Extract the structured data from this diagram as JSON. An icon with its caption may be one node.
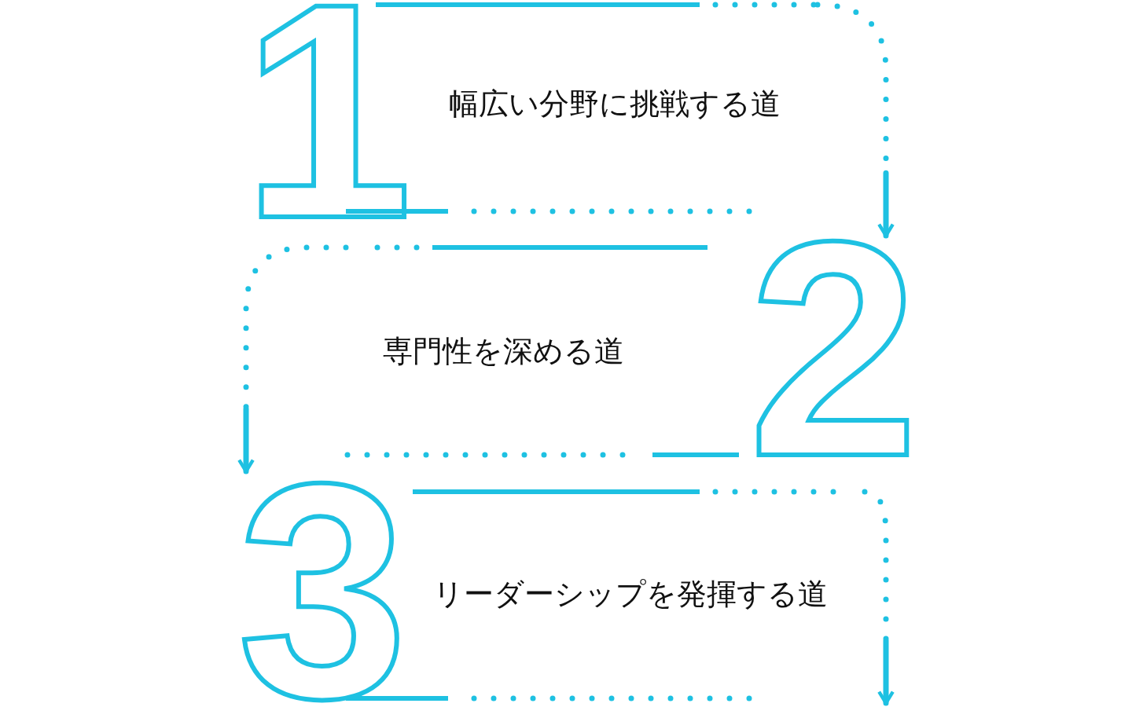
{
  "diagram": {
    "nodes": [
      {
        "text": [
          "1",
          "幅広い分野に挑戦する道"
        ]
      },
      {
        "text": [
          "専門性を深める道",
          "2"
        ]
      },
      {
        "text": [
          "3",
          "リーダーシップを発揮する道"
        ]
      }
    ],
    "edges": [
      {
        "from": 0,
        "to": 1,
        "arrow": "to"
      },
      {
        "from": 1,
        "to": 2,
        "arrow": "to"
      },
      {
        "from": 2,
        "to": null,
        "arrow": "to"
      }
    ]
  }
}
